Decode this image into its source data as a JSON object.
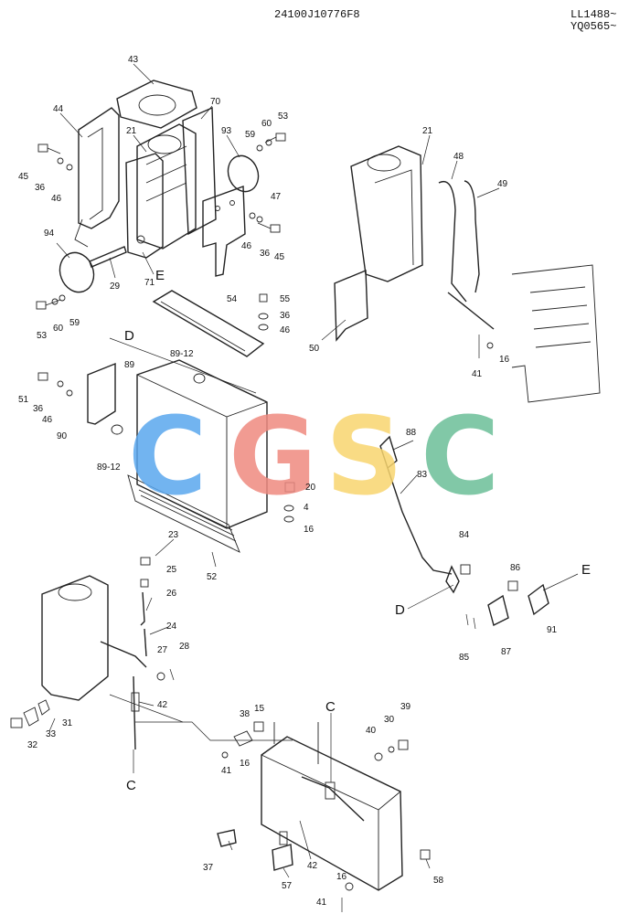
{
  "header": {
    "drawing_no": "24100J10776F8",
    "serial_1": "LL1488~",
    "serial_2": "YQ0565~"
  },
  "watermark": {
    "letters": [
      "C",
      "G",
      "S",
      "C"
    ],
    "colors": [
      "#5aa7ee",
      "#ef8a80",
      "#f8d56f",
      "#6cbf98"
    ]
  },
  "callouts": {
    "c43": "43",
    "c44": "44",
    "c70": "70",
    "c21a": "21",
    "c93": "93",
    "c59a": "59",
    "c60a": "60",
    "c53a": "53",
    "c45a": "45",
    "c36a": "36",
    "c46a": "46",
    "c47": "47",
    "c46b": "46",
    "c36b": "36",
    "c45b": "45",
    "c94": "94",
    "c29": "29",
    "c71": "71",
    "cEa": "E",
    "c53b": "53",
    "c60b": "60",
    "c59b": "59",
    "c54": "54",
    "c55": "55",
    "c36c": "36",
    "c46c": "46",
    "cDa": "D",
    "c89_12a": "89-12",
    "c89": "89",
    "c51": "51",
    "c36d": "36",
    "c46d": "46",
    "c90": "90",
    "c89_12b": "89-12",
    "c20": "20",
    "c4": "4",
    "c16a": "16",
    "c23": "23",
    "c25": "25",
    "c26": "26",
    "c52": "52",
    "c24": "24",
    "c27": "27",
    "c28": "28",
    "c42a": "42",
    "c31": "31",
    "c33": "33",
    "c32": "32",
    "cCa": "C",
    "c21b": "21",
    "c48": "48",
    "c49": "49",
    "c50": "50",
    "c41a": "41",
    "c16b": "16",
    "c88": "88",
    "c83": "83",
    "c84": "84",
    "c86": "86",
    "cEb": "E",
    "cDb": "D",
    "c91": "91",
    "c85": "85",
    "c87": "87",
    "cCb": "C",
    "c38": "38",
    "c15": "15",
    "c40": "40",
    "c30": "30",
    "c39": "39",
    "c41b": "41",
    "c16c": "16",
    "c37": "37",
    "c42b": "42",
    "c57": "57",
    "c58": "58",
    "c16d": "16",
    "c41c": "41"
  }
}
